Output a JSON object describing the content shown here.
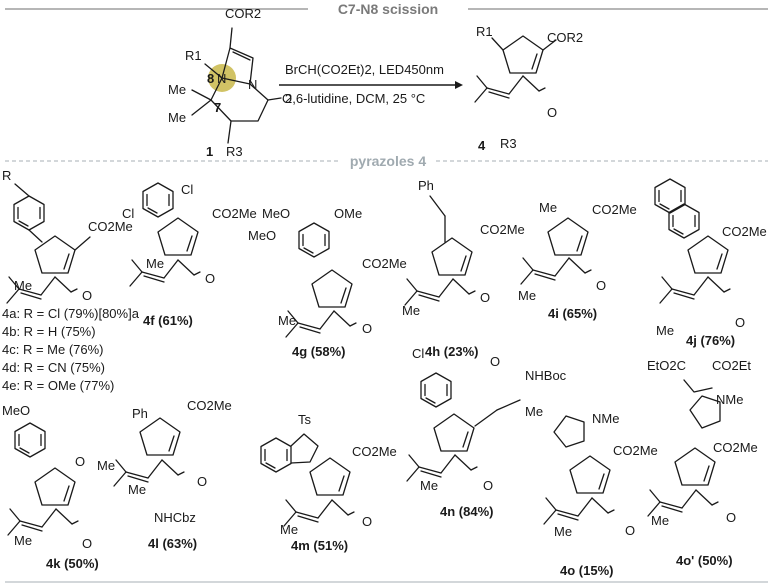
{
  "header": {
    "title": "C7-N8 scission"
  },
  "reaction": {
    "reagent_line1": "BrCH(CO2Et)2, LED450nm",
    "conditions": "2,6-lutidine, DCM, 25 °C",
    "sm_label": "1",
    "product_label": "4",
    "sm_groups": {
      "cor2": "COR2",
      "r1": "R1",
      "me1": "Me",
      "me2": "Me",
      "r3": "R3",
      "n8": "8",
      "c7": "7",
      "n": "N",
      "o": "O"
    },
    "product_groups": {
      "r1": "R1",
      "cor2": "COR2",
      "r3": "R3",
      "o": "O"
    }
  },
  "section": {
    "title": "pyrazoles 4"
  },
  "compounds": {
    "c4a": {
      "lines": [
        "4a: R = Cl (79%)[80%]a",
        "4b: R = H (75%)",
        "4c: R = Me (76%)",
        "4d: R = CN (75%)",
        "4e: R = OMe (77%)"
      ]
    },
    "c4f": {
      "label": "4f (61%)"
    },
    "c4g": {
      "label": "4g (58%)"
    },
    "c4h": {
      "label": "4h (23%)"
    },
    "c4i": {
      "label": "4i (65%)"
    },
    "c4j": {
      "label": "4j (76%)"
    },
    "c4k": {
      "label": "4k (50%)"
    },
    "c4l": {
      "label": "4l (63%)",
      "sub": "NHCbz"
    },
    "c4m": {
      "label": "4m (51%)",
      "sub": "Ts"
    },
    "c4n": {
      "label": "4n (84%)",
      "sub": "NHBoc"
    },
    "c4o": {
      "label": "4o (15%)",
      "sub": "NMe"
    },
    "c4op": {
      "label": "4o' (50%)",
      "sub": "EtO2C",
      "sub2": "CO2Et",
      "sub3": "NMe"
    }
  },
  "groups": {
    "co2me": "CO2Me",
    "me": "Me",
    "o": "O",
    "n": "N",
    "cl": "Cl",
    "ome": "OMe",
    "meo": "MeO",
    "ph": "Ph",
    "r": "R"
  },
  "colors": {
    "highlight": "#c9b84a",
    "rule": "#8a8a8a",
    "section_rule": "#b9bfc3"
  }
}
